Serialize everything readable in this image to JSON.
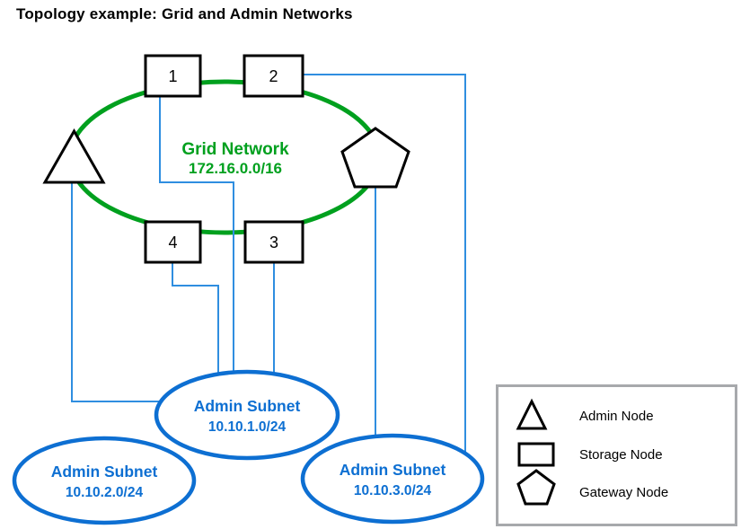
{
  "title": "Topology example: Grid and Admin Networks",
  "colors": {
    "grid-green": "#00a01e",
    "subnet-blue": "#0d6fd2",
    "connector-blue": "#2f8ee0",
    "legend-border": "#a7a9ac",
    "ink": "#000000",
    "bg": "#ffffff"
  },
  "grid_network": {
    "label": "Grid Network",
    "cidr": "172.16.0.0/16"
  },
  "storage_nodes": {
    "n1": "1",
    "n2": "2",
    "n3": "3",
    "n4": "4"
  },
  "subnets": {
    "s1": {
      "label": "Admin Subnet",
      "cidr": "10.10.1.0/24"
    },
    "s2": {
      "label": "Admin Subnet",
      "cidr": "10.10.2.0/24"
    },
    "s3": {
      "label": "Admin Subnet",
      "cidr": "10.10.3.0/24"
    }
  },
  "legend": {
    "admin_label": "Admin Node",
    "storage_label": "Storage Node",
    "gateway_label": "Gateway Node"
  }
}
